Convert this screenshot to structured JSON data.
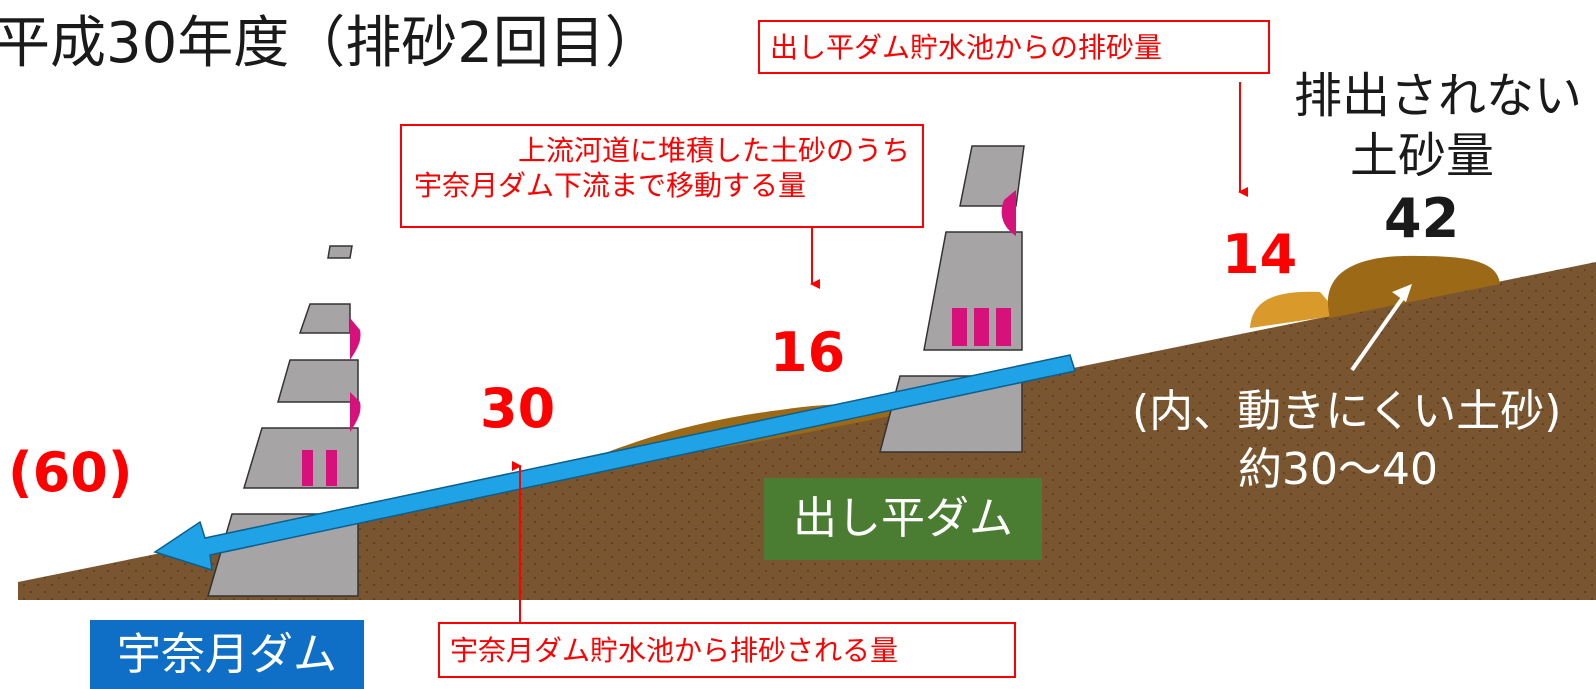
{
  "title": "平成30年度（排砂2回目）",
  "labels": {
    "dashidaira_reservoir": "出し平ダム貯水池からの排砂量",
    "upstream_line1": "上流河道に堆積した土砂のうち",
    "upstream_line2": "宇奈月ダム下流まで移動する量",
    "unazuki_reservoir": "宇奈月ダム貯水池から排砂される量",
    "not_discharged_line1": "排出されない",
    "not_discharged_line2": "土砂量",
    "hard_to_move": "(内、動きにくい土砂)",
    "hard_to_move_value": "約30～40"
  },
  "values": {
    "total_downstream": "(60)",
    "unazuki_value": "30",
    "upstream_value": "16",
    "dashidaira_value": "14",
    "not_discharged_value": "42"
  },
  "dams": {
    "unazuki": "宇奈月ダム",
    "dashidaira": "出し平ダム"
  },
  "colors": {
    "ground": "#7a5630",
    "sediment_light": "#d99a2b",
    "sediment_dark": "#9c6a17",
    "flow_arrow": "#1fa3e6",
    "dam_body": "#a7a4a6",
    "gate": "#d6117c",
    "label_red": "#ff0000",
    "unazuki_box": "#0f6fc6",
    "dashidaira_box": "#4a7d32"
  }
}
